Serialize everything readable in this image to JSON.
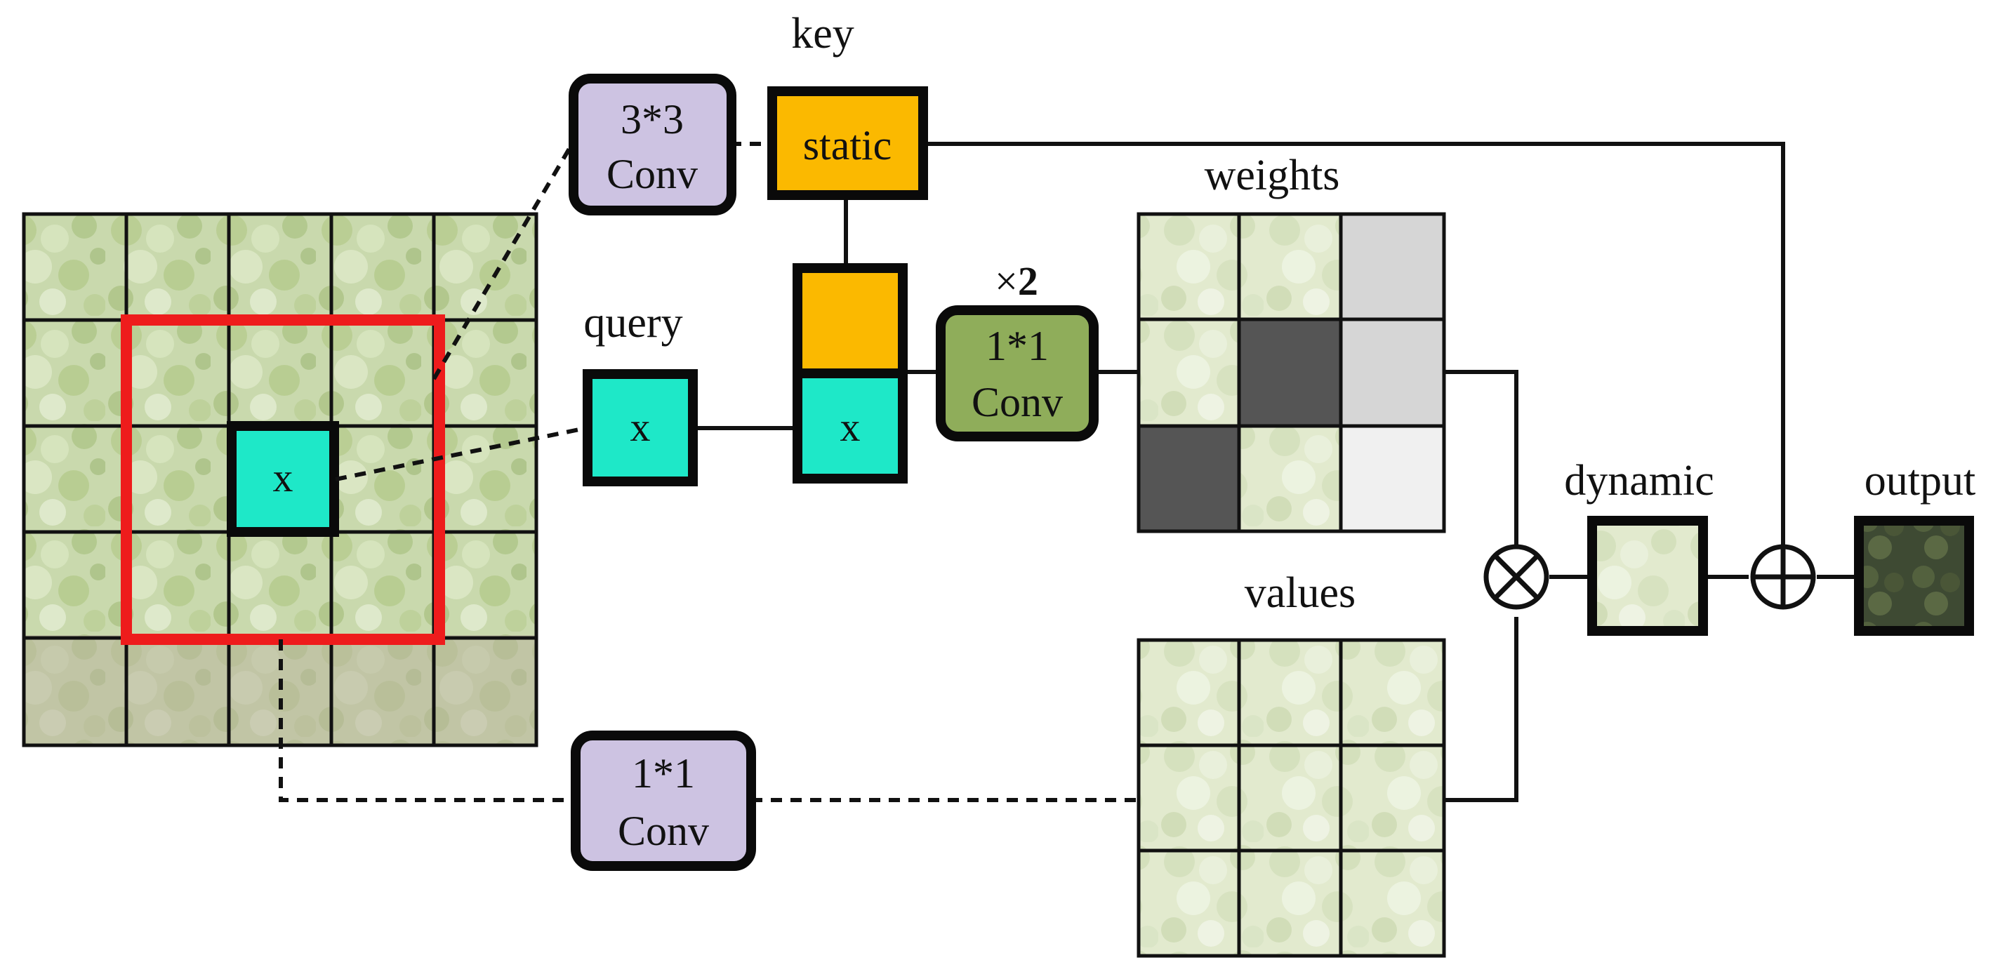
{
  "labels": {
    "key": "key",
    "query": "query",
    "weights": "weights",
    "values": "values",
    "dynamic": "dynamic",
    "output": "output",
    "times_two_symbol": "×",
    "times_two_number": "2"
  },
  "blocks": {
    "conv3_line1": "3*3",
    "conv3_line2": "Conv",
    "static": "static",
    "query_x": "x",
    "center_x": "x",
    "concat_x": "x",
    "conv1_top_line1": "1*1",
    "conv1_top_line2": "Conv",
    "conv1_bottom_line1": "1*1",
    "conv1_bottom_line2": "Conv"
  },
  "operators": {
    "multiply": "⊗",
    "add": "⊕"
  },
  "colors": {
    "red_window": "#ee1c1c",
    "query_cyan": "#1ee8c8",
    "key_orange": "#fbb900",
    "conv_lavender": "#cdc3e2",
    "conv_green": "#8fad5a",
    "dark_cell": "#555555",
    "light_cell": "#d6d6d6",
    "lighter_cell": "#f0f0f0",
    "grape_tint": "#c5d6a6"
  }
}
